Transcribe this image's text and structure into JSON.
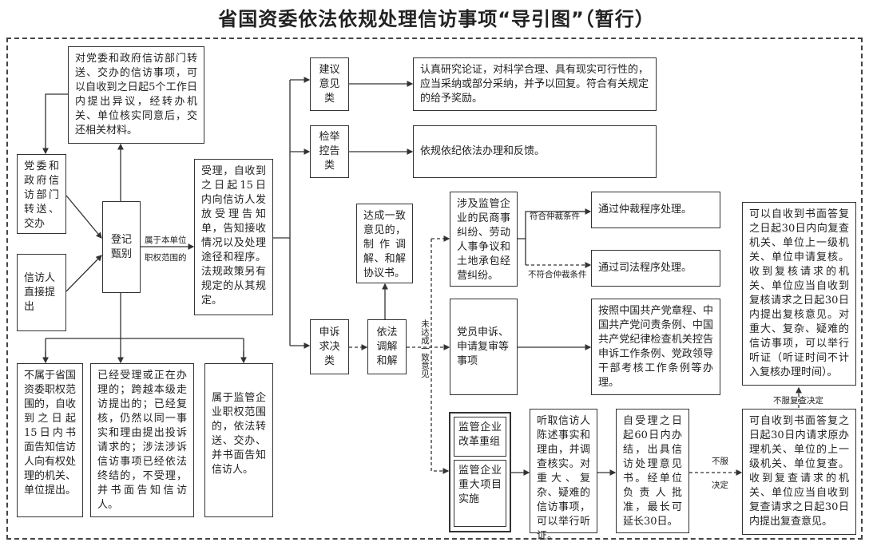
{
  "title": "省国资委依法依规处理信访事项“导引图”（暂行）",
  "boxes": {
    "objection": "对党委和政府信访部门转送、交办的信访事项，可以自收到之日起5个工作日内提出异议，经转办机关、单位核实同意后，交还相关材料。",
    "party_gov": "党委和政府信访部门转送、交办",
    "petitioner": "信访人直接提出",
    "register": "登记甄别",
    "accept": "受理，自收到之日起15日内向信访人发放受理告知单，告知接收情况以及处理途径和程序。法规政策另有规定的从其规定。",
    "suggestion": "建议意见类",
    "suggestion_detail": "认真研究论证，对科学合理、具有现实可行性的，应当采纳或部分采纳，并予以回复。符合有关规定的给予奖励。",
    "report": "检举控告类",
    "report_detail": "依规依纪依法办理和反馈。",
    "appeal": "申诉求决类",
    "mediation": "依法调解和解",
    "agreement": "达成一致意见的，制作调解、和解协议书。",
    "civil": "涉及监管企业的民商事纠纷、劳动人事争议和土地承包经营纠纷。",
    "arbitration": "通过仲裁程序处理。",
    "judicial": "通过司法程序处理。",
    "party_member": "党员申诉、申请复审等事项",
    "party_rules": "按照中国共产党章程、中国共产党问责条例、中国共产党纪律检查机关控告申诉工作条例、党政领导干部考核工作条例等办理。",
    "recheck": "可以自收到书面答复之日起30日内向复查机关、单位上一级机关、单位申请复核。收到复核请求的机关、单位应当自收到复核请求之日起30日内提出复核意见。对重大、复杂、疑难的信访事项，可以举行听证（听证时间不计入复核办理时间）。",
    "reform": "监管企业改革重组",
    "project": "监管企业重大项目实施",
    "hearing": "听取信访人陈述事实和理由，并调查核实。对重大、复杂、疑难的信访事项，可以举行听证。",
    "sixty_days": "自受理之日起60日内办结，出具信访处理意见书。经单位负责人批准，最长可延长30日。",
    "review": "可自收到书面答复之日起30日内请求原办理机关、单位的上一级机关、单位复查。收到复查请求的机关、单位应当自收到复查请求之日起30日内提出复查意见。",
    "not_scope": "不属于省国资委职权范围的，自收到之日起15日内书面告知信访人向有权处理的机关、单位提出。",
    "rejected": "已经受理或正在办理的；跨越本级走访提出的；已经复核，仍然以同一事实和理由提出投诉请求的；涉法涉诉信访事项已经依法终结的，不受理，并书面告知信访人。",
    "enterprise_scope": "属于监管企业职权范围的，依法转送、交办、并书面告知信访人。"
  },
  "labels": {
    "scope_1": "属于本单位",
    "scope_2": "职权范围的",
    "no_agreement": "未达成一致意见",
    "arb_yes": "符合仲裁条件",
    "arb_no": "不符合仲裁条件",
    "disagree_1": "不服",
    "disagree_2": "决定",
    "disagree_review": "不服复查决定"
  }
}
